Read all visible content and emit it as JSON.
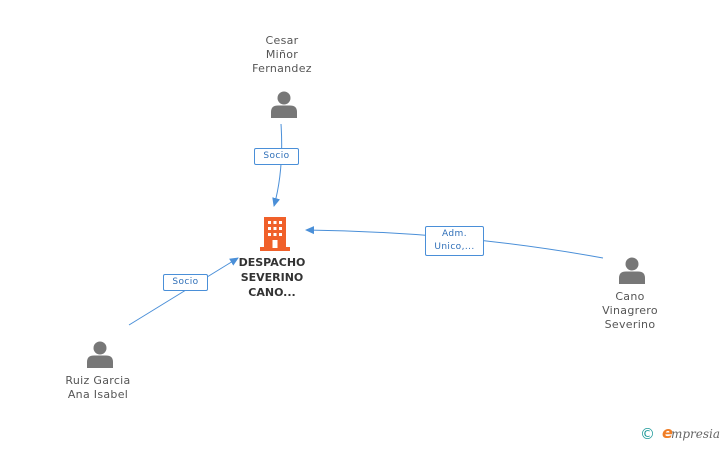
{
  "nodes": {
    "company": {
      "lines": [
        "DESPACHO",
        "SEVERINO",
        "CANO..."
      ],
      "icon": "building-icon",
      "color": "#f0602a"
    },
    "cesar": {
      "lines": [
        "Cesar",
        "Miñor",
        "Fernandez"
      ],
      "icon": "person-icon"
    },
    "cano": {
      "lines": [
        "Cano",
        "Vinagrero",
        "Severino"
      ],
      "icon": "person-icon"
    },
    "ruiz": {
      "lines": [
        "Ruiz Garcia",
        "Ana Isabel"
      ],
      "icon": "person-icon"
    }
  },
  "edges": {
    "cesar_company": {
      "label": "Socio"
    },
    "cano_company": {
      "label_lines": [
        "Adm.",
        "Unico,..."
      ]
    },
    "ruiz_company": {
      "label": "Socio"
    }
  },
  "colors": {
    "edge": "#4a8fd8",
    "person_icon": "#777777",
    "company_icon": "#f0602a"
  },
  "footer": {
    "copyright_symbol": "©",
    "brand_initial": "e",
    "brand_rest": "mpresia"
  }
}
